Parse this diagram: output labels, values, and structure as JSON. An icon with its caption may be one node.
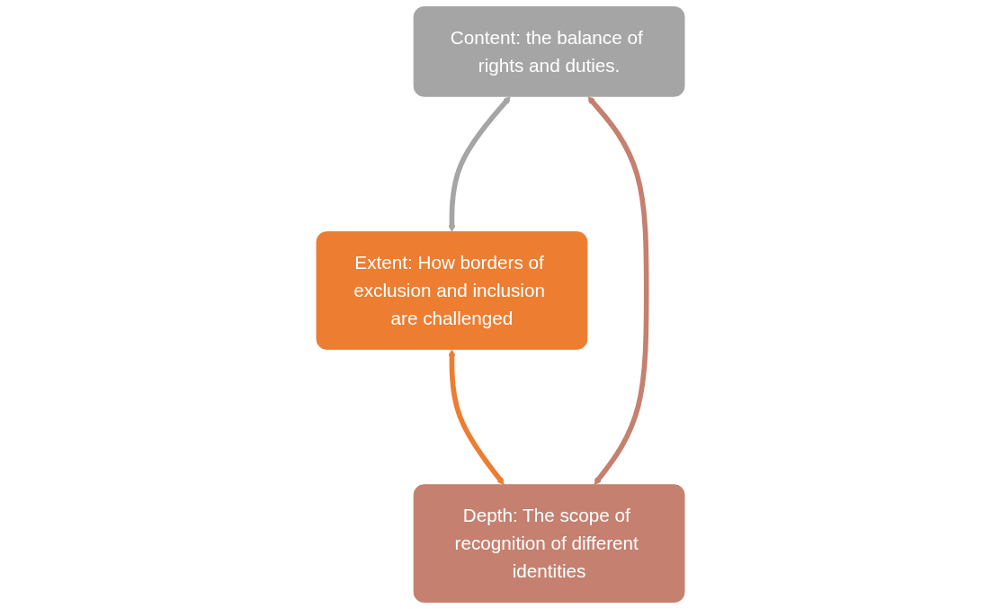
{
  "diagram": {
    "nodes": [
      {
        "text": [
          "Extent: How borders of exclusion and inclusion are challenged"
        ]
      },
      {
        "text": [
          "Content: the balance of rights and duties."
        ]
      },
      {
        "text": [
          "Depth: The scope of recognition of different identities"
        ]
      }
    ],
    "edges": [
      {
        "from": 1,
        "to": 0,
        "arrow": "both",
        "color": "#a5a5a5"
      },
      {
        "from": 0,
        "to": 2,
        "arrow": "both",
        "color": "#ed7d31"
      },
      {
        "from": 1,
        "to": 2,
        "arrow": "both",
        "color": "#c5806f"
      }
    ]
  }
}
